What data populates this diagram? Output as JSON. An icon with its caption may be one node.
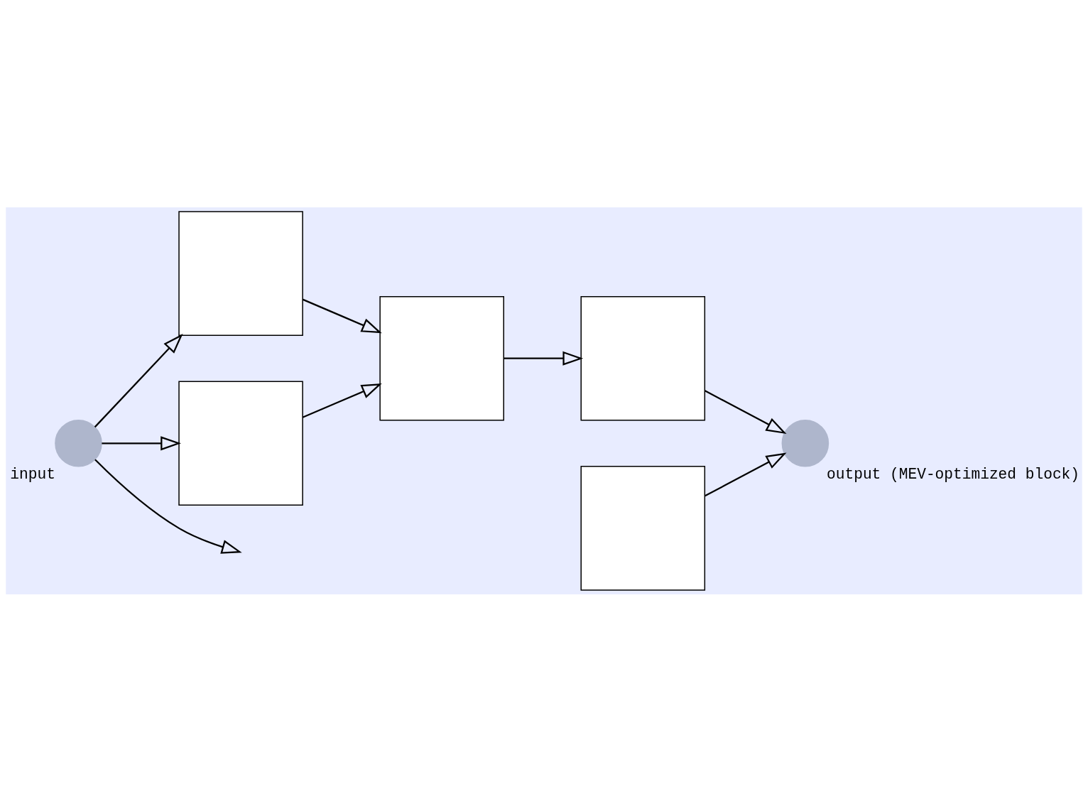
{
  "diagram": {
    "nodes": [
      {
        "text": [],
        "shape": "circle",
        "beside": [
          "input"
        ]
      },
      {
        "text": [],
        "shape": "box"
      },
      {
        "text": [],
        "shape": "box"
      },
      {
        "text": [],
        "shape": "box"
      },
      {
        "text": [],
        "shape": "box"
      },
      {
        "text": [],
        "shape": "box"
      },
      {
        "text": [],
        "shape": "circle",
        "beside": [
          "output (MEV-optimized block)"
        ]
      }
    ],
    "edges": [
      {
        "from": 0,
        "to": 1,
        "arrow": "to"
      },
      {
        "from": 0,
        "to": null,
        "arrow": "to"
      },
      {
        "from": 0,
        "to": 4,
        "arrow": "to"
      },
      {
        "from": 1,
        "to": 3,
        "arrow": "to"
      },
      {
        "from": 4,
        "to": 3,
        "arrow": "to"
      },
      {
        "from": 3,
        "to": 5,
        "arrow": "to"
      },
      {
        "from": 2,
        "to": 6,
        "arrow": "to"
      },
      {
        "from": 5,
        "to": 6,
        "arrow": "to"
      }
    ]
  }
}
